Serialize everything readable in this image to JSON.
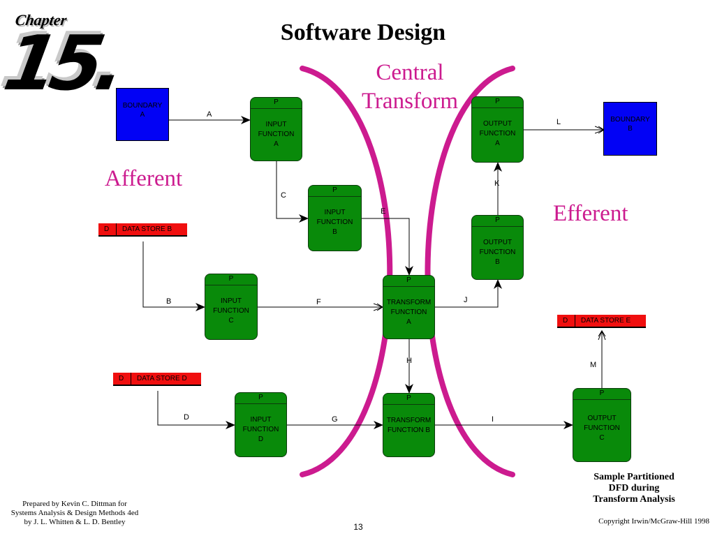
{
  "title": "Software Design",
  "chapter": {
    "label": "Chapter",
    "number": "15."
  },
  "regions": {
    "central": "Central\nTransform",
    "afferent": "Afferent",
    "efferent": "Efferent"
  },
  "boundaries": [
    {
      "id": "a",
      "label": "BOUNDARY\nA"
    },
    {
      "id": "b",
      "label": "BOUNDARY\nB"
    }
  ],
  "processes": [
    {
      "id": "input-a",
      "tag": "P",
      "label": "INPUT\nFUNCTION\nA"
    },
    {
      "id": "input-b",
      "tag": "P",
      "label": "INPUT\nFUNCTION\nB"
    },
    {
      "id": "input-c",
      "tag": "P",
      "label": "INPUT\nFUNCTION\nC"
    },
    {
      "id": "input-d",
      "tag": "P",
      "label": "INPUT\nFUNCTION\nD"
    },
    {
      "id": "transform-a",
      "tag": "P",
      "label": "TRANSFORM\nFUNCTION\nA"
    },
    {
      "id": "transform-b",
      "tag": "P",
      "label": "TRANSFORM\nFUNCTION B"
    },
    {
      "id": "output-a",
      "tag": "P",
      "label": "OUTPUT\nFUNCTION\nA"
    },
    {
      "id": "output-b",
      "tag": "P",
      "label": "OUTPUT\nFUNCTION\nB"
    },
    {
      "id": "output-c",
      "tag": "P",
      "label": "OUTPUT\nFUNCTION\nC"
    }
  ],
  "stores": [
    {
      "id": "b",
      "sid": "D",
      "name": "DATA STORE B"
    },
    {
      "id": "d",
      "sid": "D",
      "name": "DATA STORE D"
    },
    {
      "id": "e",
      "sid": "D",
      "name": "DATA STORE E"
    }
  ],
  "flows": [
    "A",
    "B",
    "C",
    "D",
    "E",
    "F",
    "G",
    "H",
    "I",
    "J",
    "K",
    "L",
    "M"
  ],
  "caption": "Sample Partitioned\nDFD during\nTransform Analysis",
  "credit": "Prepared by Kevin C. Dittman for\nSystems Analysis & Design Methods 4ed\nby J. L. Whitten & L. D. Bentley",
  "copyright": "Copyright Irwin/McGraw-Hill 1998",
  "page_number": "13",
  "colors": {
    "process": "#098a0a",
    "boundary": "#0202f5",
    "store": "#f00f0f",
    "region": "#cc1b8f"
  }
}
